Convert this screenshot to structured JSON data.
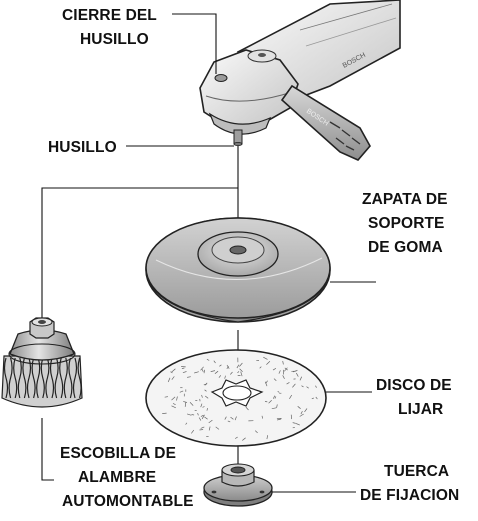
{
  "labels": {
    "spindle_lock_line1": "CIERRE DEL",
    "spindle_lock_line2": "HUSILLO",
    "spindle": "HUSILLO",
    "backing_pad_line1": "ZAPATA DE",
    "backing_pad_line2": "SOPORTE",
    "backing_pad_line3": "DE GOMA",
    "sanding_disc_line1": "DISCO DE",
    "sanding_disc_line2": "LIJAR",
    "wire_brush_line1": "ESCOBILLA DE",
    "wire_brush_line2": "ALAMBRE",
    "wire_brush_line3": "AUTOMONTABLE",
    "lock_nut_line1": "TUERCA",
    "lock_nut_line2": "DE FIJACION"
  },
  "brand": {
    "body_text": "BOSCH",
    "handle_text": "BOSCH"
  },
  "colors": {
    "ink": "#111111",
    "tool_light": "#eeeeee",
    "tool_mid": "#c8c8c8",
    "tool_dark": "#7a7a7a",
    "pad_gray": "#b8b8b8",
    "disc_paper": "#f4f4f4"
  }
}
